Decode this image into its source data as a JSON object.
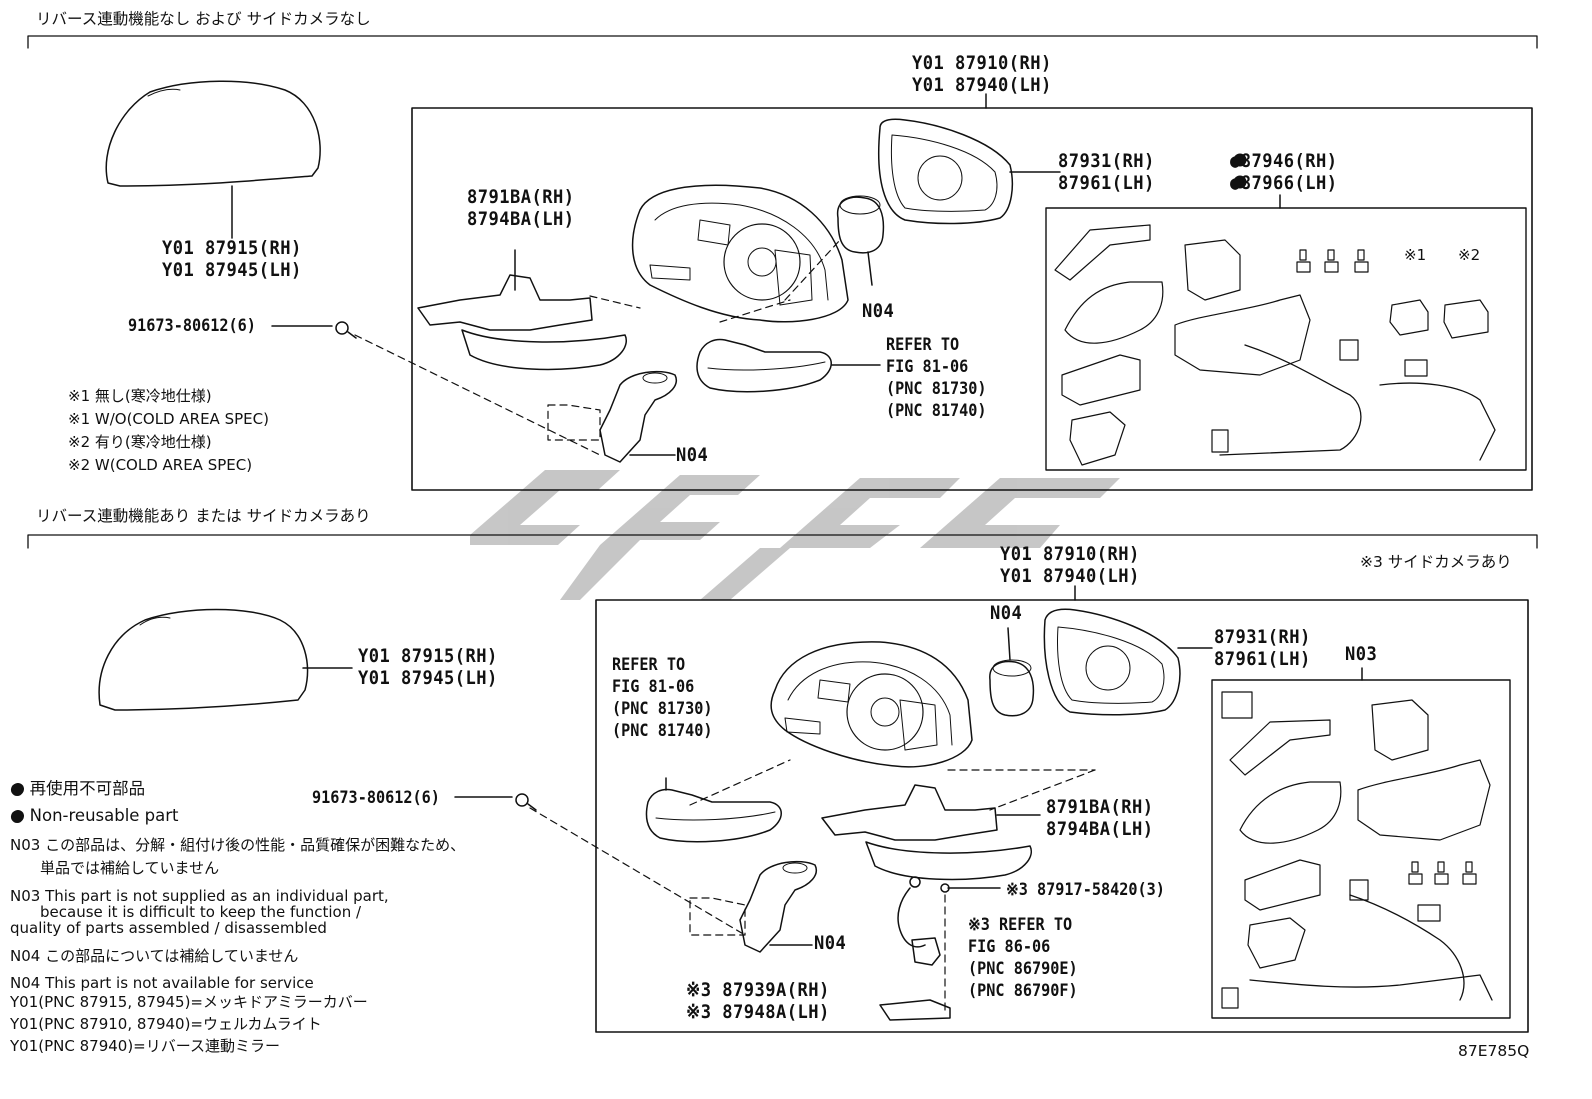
{
  "sections": {
    "top_title": "リバース連動機能なし および サイドカメラなし",
    "bottom_title": "リバース連動機能あり または サイドカメラあり"
  },
  "top": {
    "assembly_label": "Y01 87910(RH)\nY01 87940(LH)",
    "cover_label": "Y01 87915(RH)\nY01 87945(LH)",
    "screw_label": "91673-80612(6)",
    "housing_label": "8791BA(RH)\n8794BA(LH)",
    "mirror_label": "87931(RH)\n87961(LH)",
    "actuator_label": "●87946(RH)\n●87966(LH)",
    "n04_motor": "N04",
    "n04_bracket": "N04",
    "refer_label": "REFER TO\nFIG 81-06\n(PNC 81730)\n(PNC 81740)",
    "opt1": "※1",
    "opt2": "※2",
    "notes": [
      "※1 無し(寒冷地仕様)",
      "※1 W/O(COLD AREA SPEC)",
      "※2 有り(寒冷地仕様)",
      "※2 W(COLD AREA SPEC)"
    ]
  },
  "bottom": {
    "assembly_label": "Y01 87910(RH)\nY01 87940(LH)",
    "cover_label": "Y01 87915(RH)\nY01 87945(LH)",
    "screw_label": "91673-80612(6)",
    "housing_label": "8791BA(RH)\n8794BA(LH)",
    "mirror_label": "87931(RH)\n87961(LH)",
    "n03_label": "N03",
    "n04_motor": "N04",
    "n04_bracket": "N04",
    "camera_note": "※3 サイドカメラあり",
    "refer_label": "REFER TO\nFIG 81-06\n(PNC 81730)\n(PNC 81740)",
    "screw2_label": "※3 87917-58420(3)",
    "refer2_label": "※3 REFER TO\nFIG 86-06\n(PNC 86790E)\n(PNC 86790F)",
    "cam_label": "※3 87939A(RH)\n※3 87948A(LH)"
  },
  "legend": [
    "● 再使用不可部品",
    "● Non-reusable part",
    "N03 この部品は、分解・組付け後の性能・品質確保が困難なため、",
    "　　単品では補給していません",
    "N03 This part is not supplied as an individual part,",
    "　　because it is difficult to keep the function /",
    "quality of parts assembled / disassembled",
    "N04 この部品については補給していません",
    "N04 This part is not available for service",
    "Y01(PNC 87915, 87945)=メッキドアミラーカバー",
    "Y01(PNC 87910, 87940)=ウェルカムライト",
    "Y01(PNC 87940)=リバース連動ミラー"
  ],
  "figure_code": "87E785Q"
}
